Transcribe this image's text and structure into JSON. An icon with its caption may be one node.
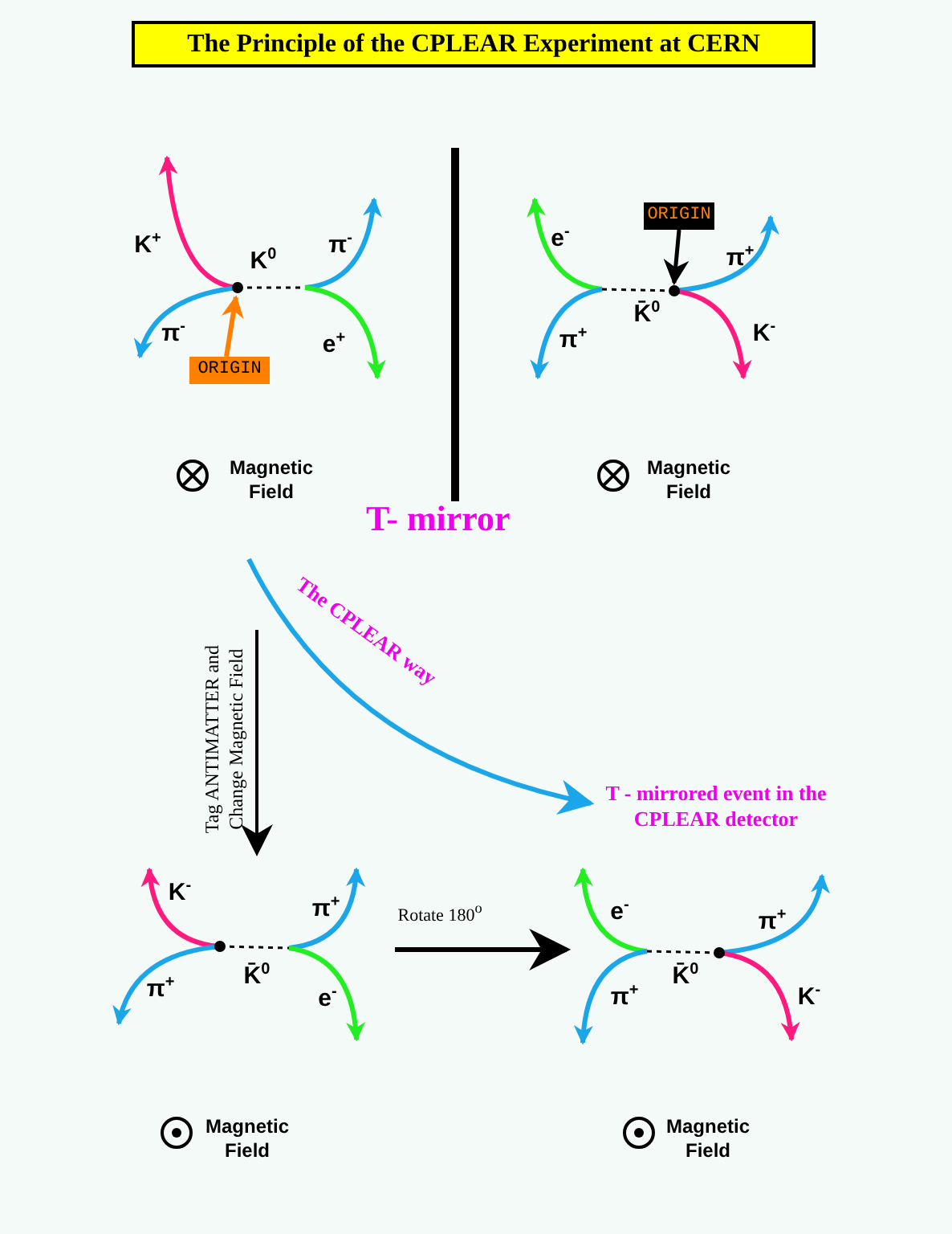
{
  "diagram": {
    "title": "The Principle of the CPLEAR Experiment at CERN",
    "nodes": [
      {
        "text": [
          "K$^{+}$",
          "K$^{0}$",
          "π$^{-}$",
          "π$^{-}$",
          "e$^{+}$"
        ]
      },
      {
        "text": [
          "ORIGIN"
        ],
        "in": 0
      },
      {
        "text": [
          "e$^{-}$",
          "π$^{+}$",
          "K̄$^{0}$",
          "π$^{+}$",
          "K$^{-}$"
        ]
      },
      {
        "text": [
          "ORIGIN"
        ],
        "in": 2
      },
      {
        "text": [
          "K$^{-}$",
          "π$^{+}$",
          "K̄$^{0}$",
          "π$^{+}$",
          "e$^{-}$"
        ]
      },
      {
        "text": [
          "T - mirrored event in the CPLEAR detector"
        ]
      },
      {
        "text": [
          "e$^{-}$",
          "π$^{+}$",
          "K̄$^{0}$",
          "π$^{+}$",
          "K$^{-}$"
        ]
      }
    ],
    "edges": [
      {
        "from": 1,
        "to": 0,
        "arrow": "to",
        "color": "#ff8000"
      },
      {
        "from": 3,
        "to": 2,
        "arrow": "to"
      },
      {
        "from": null,
        "to": 4,
        "arrow": "to",
        "label": "Tag ANTIMATTER and Change Magnetic Field"
      },
      {
        "from": null,
        "to": 5,
        "arrow": "to",
        "label": "The CPLEAR way",
        "color": "#1aa6e8"
      },
      {
        "from": 4,
        "to": 6,
        "arrow": "to",
        "label": "Rotate 180$^{o}$"
      }
    ],
    "labels": [
      "Magnetic Field",
      "Magnetic Field",
      "T- mirror",
      "Magnetic Field",
      "Magnetic Field"
    ]
  }
}
